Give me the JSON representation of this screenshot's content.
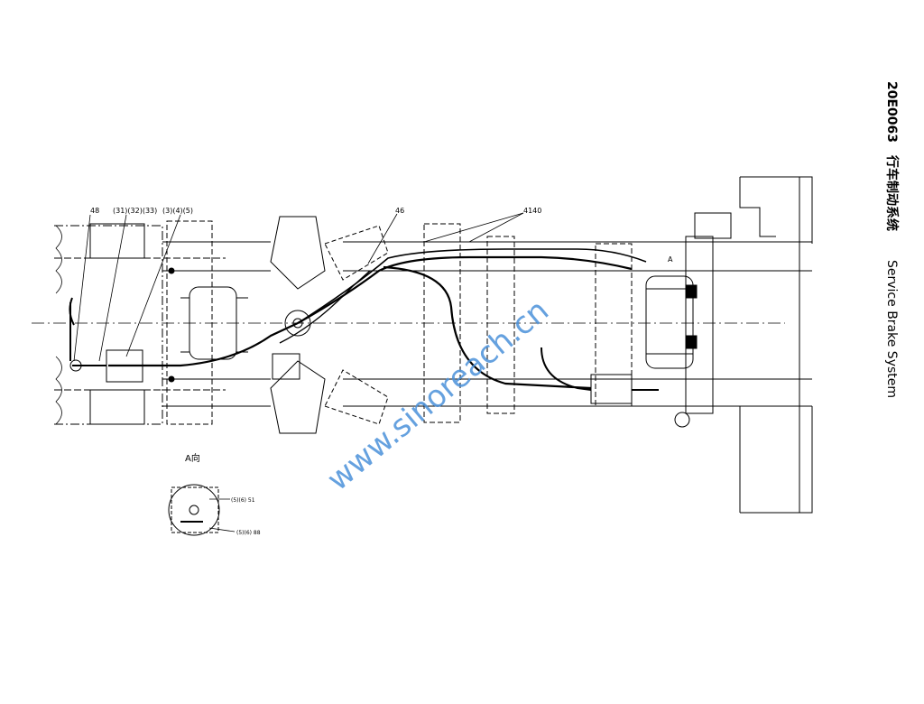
{
  "document": {
    "drawing_number": "20E0063",
    "title_cn": "行车制动系统",
    "title_en": "Service Brake System"
  },
  "callouts": {
    "c48": "48",
    "c31_33": "(31)(32)(33)",
    "c3_4_5": "(3)(4)(5)",
    "c46": "46",
    "c4140": "4140",
    "view_mark": "A"
  },
  "view_a": {
    "label": "A向",
    "note1": "(5)(6) 51",
    "note2": "(5)(6) 88"
  },
  "watermark": {
    "text": "www.sinoreach.cn",
    "color": "#4a90d9"
  }
}
